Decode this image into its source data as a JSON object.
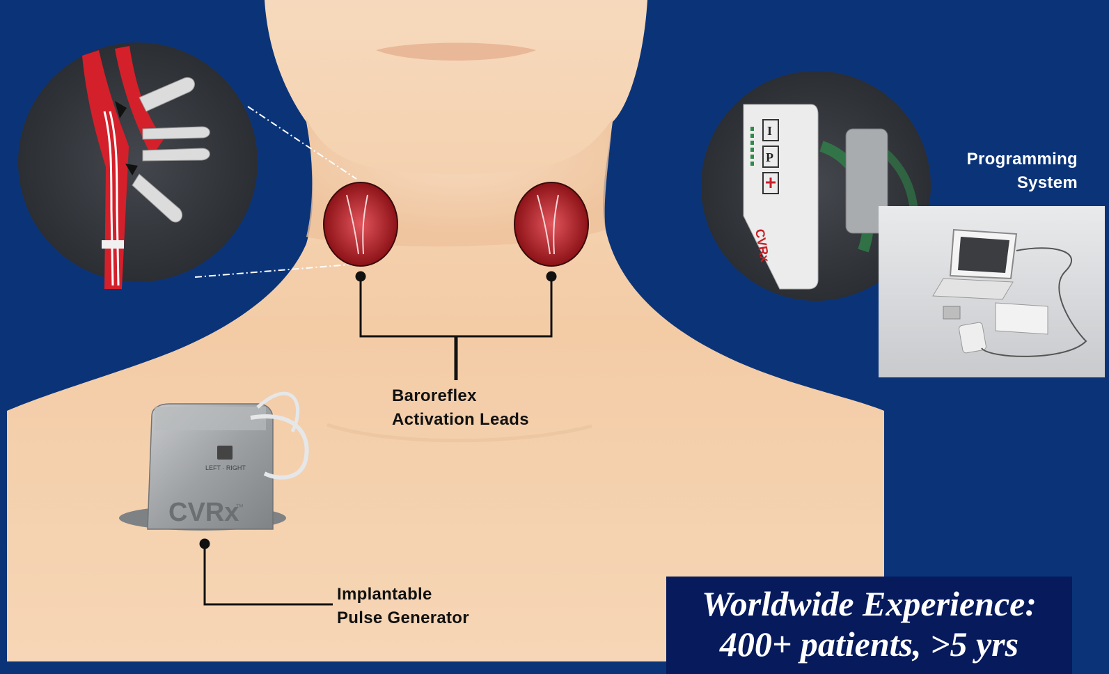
{
  "labels": {
    "baroreflex_line1": "Baroreflex",
    "baroreflex_line2": "Activation Leads",
    "ipg_line1": "Implantable",
    "ipg_line2": "Pulse Generator",
    "programming_line1": "Programming",
    "programming_line2": "System"
  },
  "device": {
    "brand": "CVRx",
    "trademark": "™",
    "left_right": "LEFT · RIGHT",
    "programmer_buttons": [
      "I",
      "P"
    ]
  },
  "experience": {
    "line1": "Worldwide Experience:",
    "line2": "400+ patients, >5 yrs"
  },
  "colors": {
    "background": "#0b3478",
    "skin": "#f3cda8",
    "artery": "#d4202a",
    "box": "#061a5c"
  }
}
